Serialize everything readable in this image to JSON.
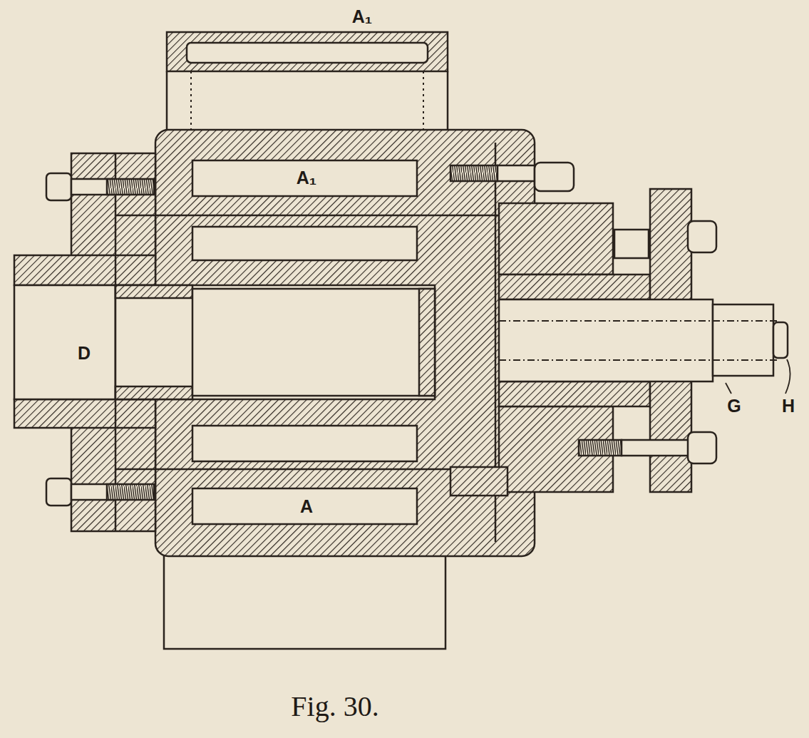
{
  "diagram": {
    "caption": "Fig. 30.",
    "labels": [
      "A₁",
      "A₁",
      "A",
      "D",
      "G",
      "H"
    ]
  }
}
